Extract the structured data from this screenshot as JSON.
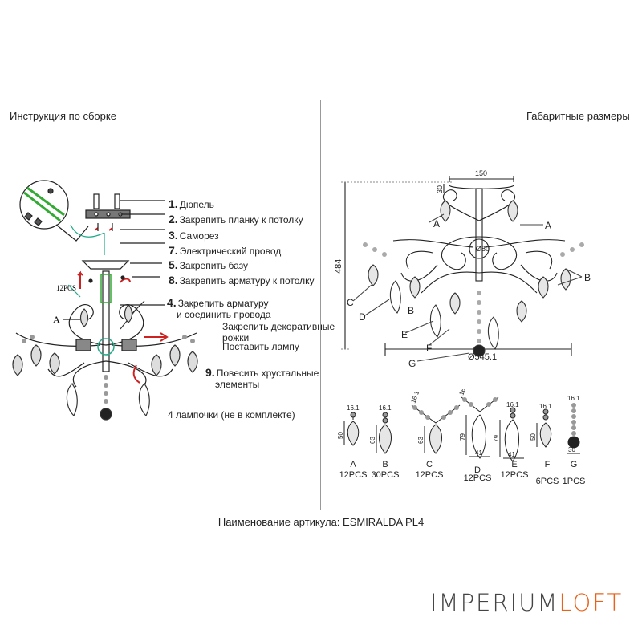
{
  "headings": {
    "left": "Инструкция по сборке",
    "right": "Габаритные размеры"
  },
  "steps": [
    {
      "num": "1.",
      "text": "Дюпель"
    },
    {
      "num": "2.",
      "text": "Закрепить планку к потолку"
    },
    {
      "num": "3.",
      "text": "Саморез"
    },
    {
      "num": "7.",
      "text": "Электрический провод"
    },
    {
      "num": "5.",
      "text": "Закрепить базу"
    },
    {
      "num": "8.",
      "text": "Закрепить арматуру к потолку"
    },
    {
      "num": "4.",
      "text": "Закрепить арматуру",
      "text2": "и соединить провода"
    },
    {
      "num": "",
      "text": "Закрепить декоративные",
      "text2": "рожки"
    },
    {
      "num": "",
      "text": "Поставить лампу"
    },
    {
      "num": "9.",
      "text": "Повесить хрустальные",
      "text2": "элементы"
    }
  ],
  "assembly": {
    "pcs_label": "12PCS",
    "label_a": "A",
    "bulbs_note": "4 лампочки (не в комплекте)"
  },
  "dimensions": {
    "top_width": "150",
    "top_height": "30",
    "total_height": "484",
    "center_diameter": "Ø80",
    "overall_diameter": "Ø545.1",
    "callouts": [
      "A",
      "A",
      "B",
      "C",
      "D",
      "B",
      "E",
      "F",
      "G"
    ]
  },
  "parts": [
    {
      "letter": "A",
      "qty": "12PCS",
      "dims": [
        "16.1",
        "50"
      ]
    },
    {
      "letter": "B",
      "qty": "30PCS",
      "dims": [
        "16.1",
        "63"
      ]
    },
    {
      "letter": "C",
      "qty": "12PCS",
      "dims": [
        "16.1",
        "63"
      ]
    },
    {
      "letter": "D",
      "qty": "12PCS",
      "dims": [
        "16.1",
        "79",
        "41"
      ]
    },
    {
      "letter": "E",
      "qty": "12PCS",
      "dims": [
        "16.1",
        "79",
        "41"
      ]
    },
    {
      "letter": "F",
      "qty": "6PCS",
      "dims": [
        "16.1",
        "50"
      ]
    },
    {
      "letter": "G",
      "qty": "1PCS",
      "dims": [
        "16.1",
        "30"
      ]
    }
  ],
  "article": "Наименование артикула: ESMIRALDA PL4",
  "logo": {
    "part1": "IMPERIUM",
    "part2": "LOFT"
  }
}
